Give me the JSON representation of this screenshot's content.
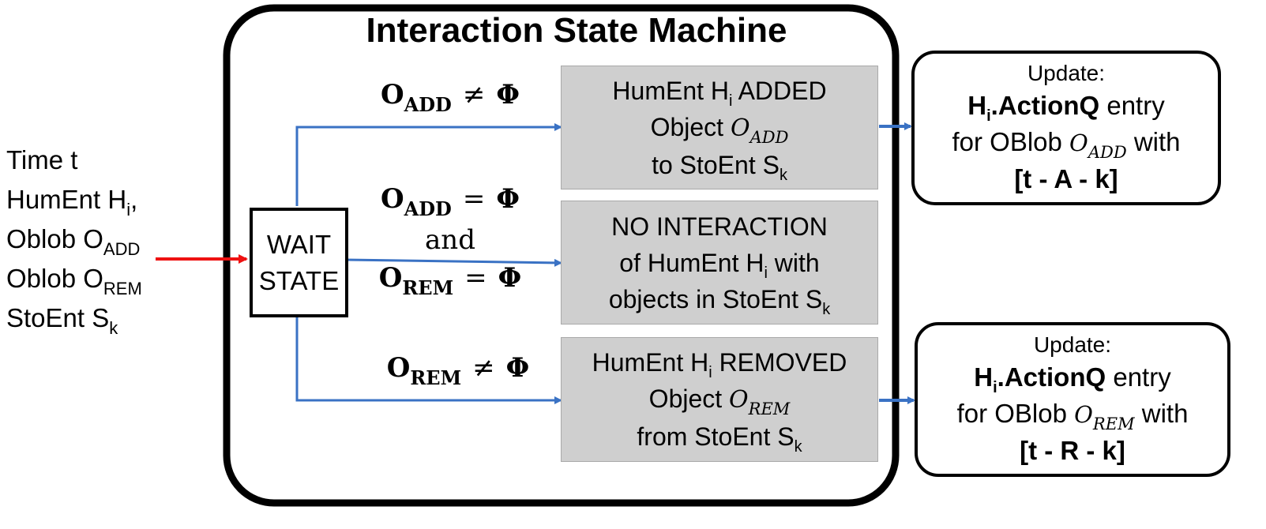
{
  "title": "Interaction State Machine",
  "inputs": {
    "time": "Time t",
    "humen_pre": "HumEnt H",
    "humen_sub": "i",
    "humen_post": ",",
    "oadd_pre": "Oblob O",
    "oadd_sub": "ADD",
    "orem_pre": "Oblob O",
    "orem_sub": "REM",
    "stoent_pre": "StoEnt S",
    "stoent_sub": "k"
  },
  "wait_state": {
    "line1": "WAIT",
    "line2": "STATE"
  },
  "conditions": {
    "add": {
      "sym": "O",
      "sub": "ADD",
      "op": "≠",
      "rhs": "Φ"
    },
    "none": {
      "add_sym": "O",
      "add_sub": "ADD",
      "op": "=",
      "rhs": "Φ",
      "and": "and",
      "rem_sym": "O",
      "rem_sub": "REM"
    },
    "rem": {
      "sym": "O",
      "sub": "REM",
      "op": "≠",
      "rhs": "Φ"
    }
  },
  "states": {
    "added": {
      "l1_pre": "HumEnt H",
      "l1_sub": "i",
      "l1_post": " ADDED",
      "l2_pre": "Object ",
      "l2_math": "O",
      "l2_math_sub": "ADD",
      "l3_pre": "to StoEnt S",
      "l3_sub": "k"
    },
    "none": {
      "l1": "NO INTERACTION",
      "l2_pre": "of HumEnt H",
      "l2_sub": "i",
      "l2_post": " with",
      "l3_pre": "objects in StoEnt S",
      "l3_sub": "k"
    },
    "removed": {
      "l1_pre": "HumEnt H",
      "l1_sub": "i",
      "l1_post": " REMOVED",
      "l2_pre": "Object ",
      "l2_math": "O",
      "l2_math_sub": "REM",
      "l3_pre": "from StoEnt S",
      "l3_sub": "k"
    }
  },
  "updates": {
    "add": {
      "l1": "Update:",
      "l2_bold_pre": "H",
      "l2_bold_sub": "i",
      "l2_bold_post": ".ActionQ",
      "l2_rest": " entry",
      "l3_pre": "for OBlob ",
      "l3_math": "O",
      "l3_math_sub": "ADD",
      "l3_post": " with",
      "l4": "[t - A - k]"
    },
    "rem": {
      "l1": "Update:",
      "l2_bold_pre": "H",
      "l2_bold_sub": "i",
      "l2_bold_post": ".ActionQ",
      "l2_rest": " entry",
      "l3_pre": "for OBlob ",
      "l3_math": "O",
      "l3_math_sub": "REM",
      "l3_post": " with",
      "l4": "[t - R - k]"
    }
  },
  "colors": {
    "input_arrow": "#ee1111",
    "flow_arrow": "#3a72c4",
    "state_fill": "#cfcfcf"
  }
}
